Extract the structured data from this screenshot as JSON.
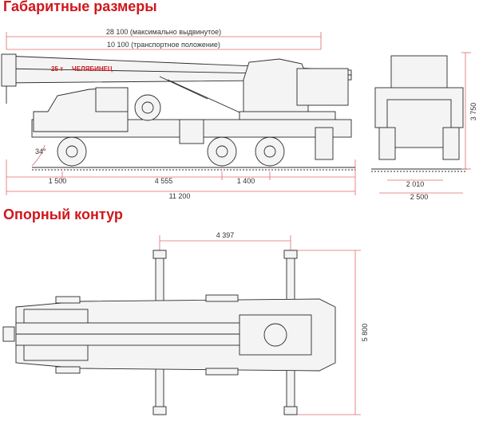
{
  "headings": {
    "dimensions": "Габаритные размеры",
    "support_contour": "Опорный контур"
  },
  "dimensions": {
    "max_extended": "28 100 (максимально выдвинутое)",
    "transport": "10 100 (транспортное положение)",
    "angle": "34°",
    "front_overhang": "1 500",
    "wheelbase": "4 555",
    "rear_axles": "1 400",
    "total_length": "11 200",
    "height": "3 750",
    "track": "2 010",
    "width": "2 500",
    "outrigger_base": "4 397",
    "outrigger_span": "5 800"
  },
  "branding": {
    "capacity": "25 т",
    "maker": "ЧЕЛЯБИНЕЦ"
  },
  "colors": {
    "heading": "#d0171c",
    "dimension_line": "#e06a6a",
    "drawing": "#2b2b2b"
  }
}
